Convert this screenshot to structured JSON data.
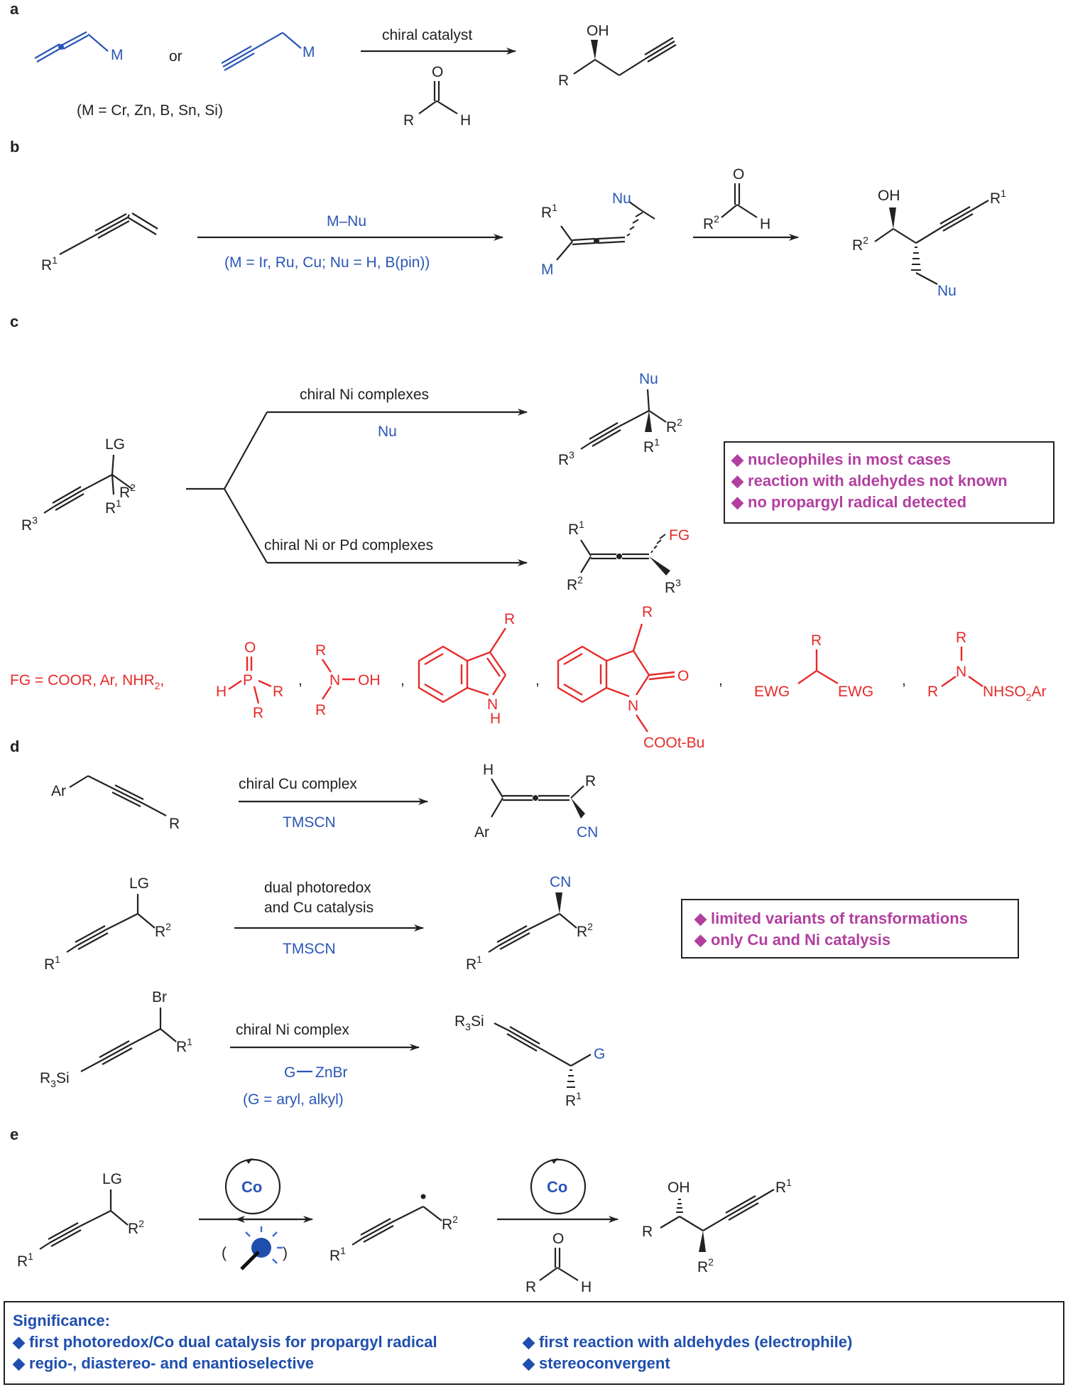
{
  "panel_labels": [
    "a",
    "b",
    "c",
    "d",
    "e"
  ],
  "colors": {
    "text": "#222222",
    "blue": "#2a56b6",
    "red": "#e62a2a",
    "magenta": "#b23fa0",
    "significance": "#1f4fae"
  },
  "a": {
    "m1": "M",
    "or": "or",
    "m2": "M",
    "metals": "(M = Cr, Zn, B, Sn, Si)",
    "reagent": "chiral catalyst",
    "ald_o": "O",
    "ald_r": "R",
    "ald_h": "H",
    "prod_oh": "OH",
    "prod_r": "R"
  },
  "b": {
    "sm_r1": "R",
    "reagent": "M–Nu",
    "conditions": "(M = Ir, Ru, Cu; Nu = H, B(pin))",
    "int_r1": "R",
    "int_m": "M",
    "int_nu": "Nu",
    "ald_o": "O",
    "ald_r2": "R",
    "ald_h": "H",
    "prod_oh": "OH",
    "prod_r2": "R",
    "prod_r1": "R",
    "prod_nu": "Nu"
  },
  "c": {
    "sm_lg": "LG",
    "sm_r2": "R",
    "sm_r1": "R",
    "sm_r3": "R",
    "top_reagent": "chiral Ni complexes",
    "top_nu": "Nu",
    "top_prod_nu": "Nu",
    "top_prod_r2": "R",
    "top_prod_r1": "R",
    "top_prod_r3": "R",
    "bot_reagent": "chiral Ni or Pd complexes",
    "bot_prod_r1": "R",
    "bot_prod_fg": "FG",
    "bot_prod_r2": "R",
    "bot_prod_r3": "R",
    "notes": [
      "nucleophiles in most cases",
      "reaction with aldehydes not known",
      "no propargyl radical detected"
    ],
    "fg_label": "FG = COOR, Ar, NHR",
    "fg_sub": "2",
    "phos": {
      "o": "O",
      "p": "P",
      "h": "H",
      "r1": "R",
      "r2": "R"
    },
    "hydrox": {
      "r1": "R",
      "n": "N",
      "oh": "OH",
      "r2": "R"
    },
    "indole": {
      "r": "R",
      "nh_n": "N",
      "nh_h": "H"
    },
    "oxindole": {
      "r": "R",
      "o": "O",
      "n": "N",
      "boc": "COOt-Bu"
    },
    "malon": {
      "r": "R",
      "ewg1": "EWG",
      "ewg2": "EWG"
    },
    "hydrazide": {
      "r1": "R",
      "n": "N",
      "r2": "R",
      "nhso": "NHSO",
      "sub": "2",
      "ar": "Ar"
    }
  },
  "d": {
    "r1": {
      "sm_ar": "Ar",
      "sm_r": "R",
      "reagent": "chiral Cu complex",
      "nu": "TMSCN",
      "prod_h": "H",
      "prod_r": "R",
      "prod_ar": "Ar",
      "prod_cn": "CN"
    },
    "r2": {
      "sm_lg": "LG",
      "sm_r2": "R",
      "sm_r1": "R",
      "reagent_line1": "dual photoredox",
      "reagent_line2": "and Cu catalysis",
      "nu": "TMSCN",
      "prod_cn": "CN",
      "prod_r2": "R",
      "prod_r1": "R"
    },
    "r3": {
      "sm_br": "Br",
      "sm_r1": "R",
      "sm_si": "R",
      "reagent": "chiral Ni complex",
      "nu_g": "G",
      "nu_zn": "ZnBr",
      "nu_note": "(G = aryl, alkyl)",
      "prod_si": "R",
      "prod_g": "G",
      "prod_r1": "R"
    },
    "notes": [
      "limited variants of transformations",
      "only Cu and Ni catalysis"
    ]
  },
  "e": {
    "sm_lg": "LG",
    "sm_r2": "R",
    "sm_r1": "R",
    "co1": "Co",
    "co2": "Co",
    "rad_r1": "R",
    "rad_r2": "R",
    "ald_o": "O",
    "ald_r": "R",
    "ald_h": "H",
    "prod_oh": "OH",
    "prod_r": "R",
    "prod_r1": "R",
    "prod_r2": "R"
  },
  "significance": {
    "title": "Significance:",
    "items": [
      "first photoredox/Co dual catalysis for propargyl radical",
      "first reaction with aldehydes (electrophile)",
      "regio-, diastereo- and enantioselective",
      "stereoconvergent"
    ]
  }
}
